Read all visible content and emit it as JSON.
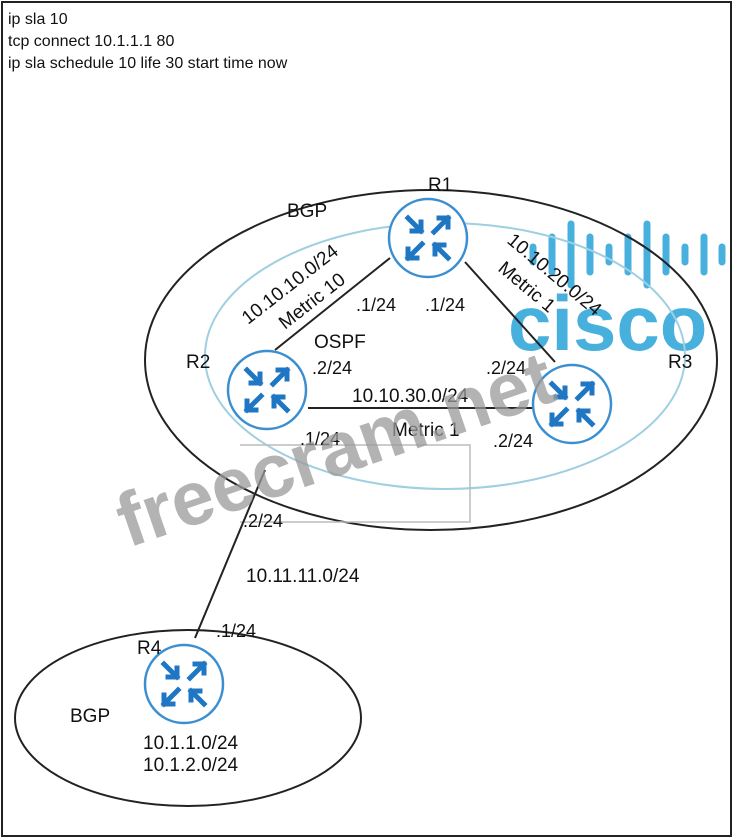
{
  "config_lines": [
    "ip sla 10",
    "tcp connect 10.1.1.1 80",
    "ip sla schedule 10 life 30 start time now"
  ],
  "regions": {
    "bgp_top": "BGP",
    "ospf": "OSPF",
    "bgp_bottom": "BGP"
  },
  "routers": {
    "r1": "R1",
    "r2": "R2",
    "r3": "R3",
    "r4": "R4"
  },
  "links": {
    "r1_r2_net": "10.10.10.0/24",
    "r1_r2_metric": "Metric 10",
    "r1_r2_r1_addr": ".1/24",
    "r1_r2_r2_addr": ".2/24",
    "r1_r3_net": "10.10.20.0/24",
    "r1_r3_metric": "Metric 1",
    "r1_r3_r1_addr": ".1/24",
    "r1_r3_r3_addr": ".2/24",
    "r2_r3_net": "10.10.30.0/24",
    "r2_r3_metric": "Metric 1",
    "r2_r3_r2_addr": ".1/24",
    "r2_r3_r3_addr": ".2/24",
    "r2_r4_net": "10.11.11.0/24",
    "r2_r4_r2_addr": ".2/24",
    "r2_r4_r4_addr": ".1/24"
  },
  "r4_networks": [
    "10.1.1.0/24",
    "10.1.2.0/24"
  ],
  "watermarks": {
    "site": "freecram.net",
    "logo": "cisco"
  },
  "colors": {
    "router_fill": "#ffffff",
    "router_stroke": "#3b8fd0",
    "arrow": "#1f77c4",
    "ospf_ring": "#9fcfe0",
    "watermark": "#9a9a9a",
    "logo": "#29a3d6"
  }
}
